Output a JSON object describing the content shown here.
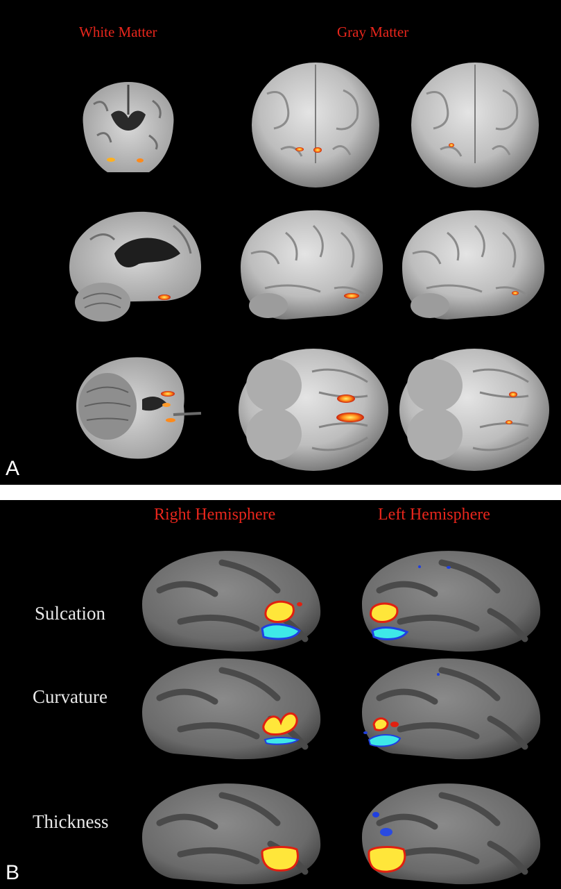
{
  "panel_a": {
    "label": "A",
    "headers": {
      "white_matter": "White Matter",
      "gray_matter": "Gray Matter"
    }
  },
  "panel_b": {
    "label": "B",
    "headers": {
      "right": "Right Hemisphere",
      "left": "Left Hemisphere"
    },
    "rows": [
      "Sulcation",
      "Curvature",
      "Thickness"
    ]
  },
  "colors": {
    "header_red": "#e8261c",
    "activation_hot": "#ffe63a",
    "activation_red": "#e02010",
    "activation_cyan": "#3ee8e8",
    "activation_blue": "#1f3fe0"
  }
}
